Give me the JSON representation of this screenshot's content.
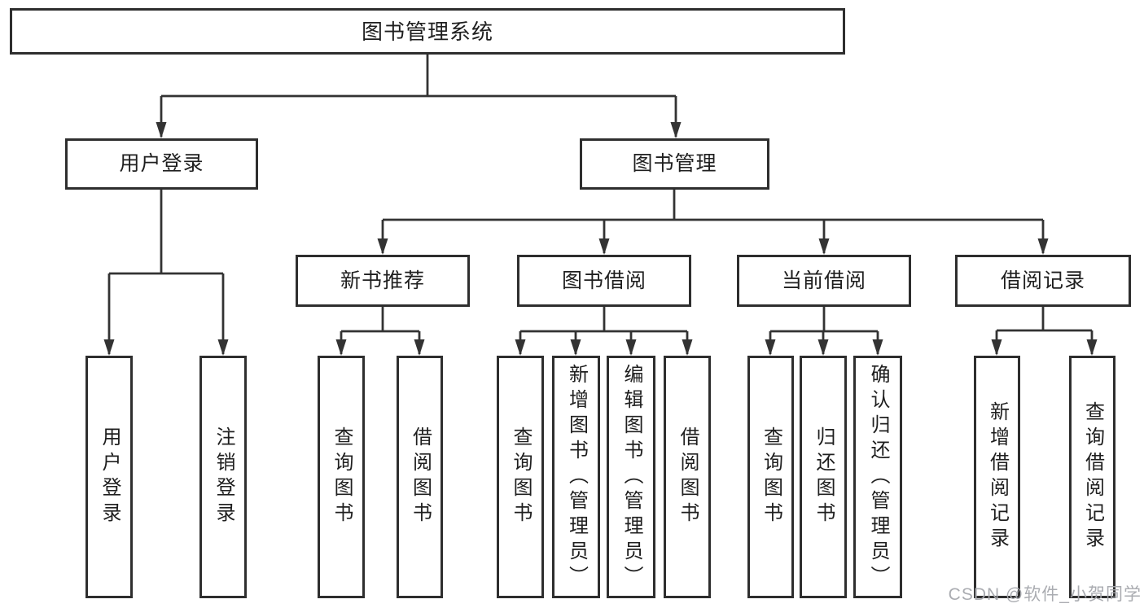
{
  "diagram": {
    "title": "图书管理系统",
    "tree": {
      "label": "图书管理系统",
      "children": [
        {
          "label": "用户登录",
          "children": [
            {
              "label": "用户登录"
            },
            {
              "label": "注销登录"
            }
          ]
        },
        {
          "label": "图书管理",
          "children": [
            {
              "label": "新书推荐",
              "children": [
                {
                  "label": "查询图书"
                },
                {
                  "label": "借阅图书"
                }
              ]
            },
            {
              "label": "图书借阅",
              "children": [
                {
                  "label": "查询图书"
                },
                {
                  "label": "新增图书（管理员）"
                },
                {
                  "label": "编辑图书（管理员）"
                },
                {
                  "label": "借阅图书"
                }
              ]
            },
            {
              "label": "当前借阅",
              "children": [
                {
                  "label": "查询图书"
                },
                {
                  "label": "归还图书"
                },
                {
                  "label": "确认归还（管理员）"
                }
              ]
            },
            {
              "label": "借阅记录",
              "children": [
                {
                  "label": "新增借阅记录"
                },
                {
                  "label": "查询借阅记录"
                }
              ]
            }
          ]
        }
      ]
    },
    "colors": {
      "line": "#333333",
      "box_border": "#2e2e2e",
      "text": "#1f1f1f",
      "background": "#ffffff",
      "watermark": "#a5a8ad"
    }
  },
  "watermark": {
    "text": "CSDN @软件_小贺同学"
  }
}
